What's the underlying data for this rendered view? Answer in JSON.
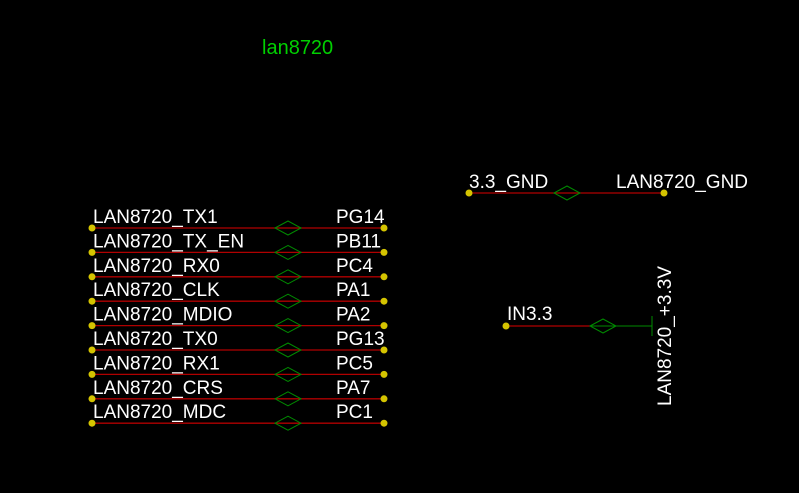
{
  "sheet_title": "lan8720",
  "colors": {
    "background": "#000000",
    "wire": "#b00000",
    "net_tie": "#008a00",
    "junction": "#d4c400",
    "label": "#ffffff",
    "title": "#00d000"
  },
  "net_ties": [
    {
      "left": "LAN8720_TX1",
      "right": "PG14"
    },
    {
      "left": "LAN8720_TX_EN",
      "right": "PB11"
    },
    {
      "left": "LAN8720_RX0",
      "right": "PC4"
    },
    {
      "left": "LAN8720_CLK",
      "right": "PA1"
    },
    {
      "left": "LAN8720_MDIO",
      "right": "PA2"
    },
    {
      "left": "LAN8720_TX0",
      "right": "PG13"
    },
    {
      "left": "LAN8720_RX1",
      "right": "PC5"
    },
    {
      "left": "LAN8720_CRS",
      "right": "PA7"
    },
    {
      "left": "LAN8720_MDC",
      "right": "PC1"
    }
  ],
  "gnd_tie": {
    "left": "3.3_GND",
    "right": "LAN8720_GND"
  },
  "power_tie": {
    "left": "IN3.3",
    "right": "LAN8720_+3.3V"
  }
}
